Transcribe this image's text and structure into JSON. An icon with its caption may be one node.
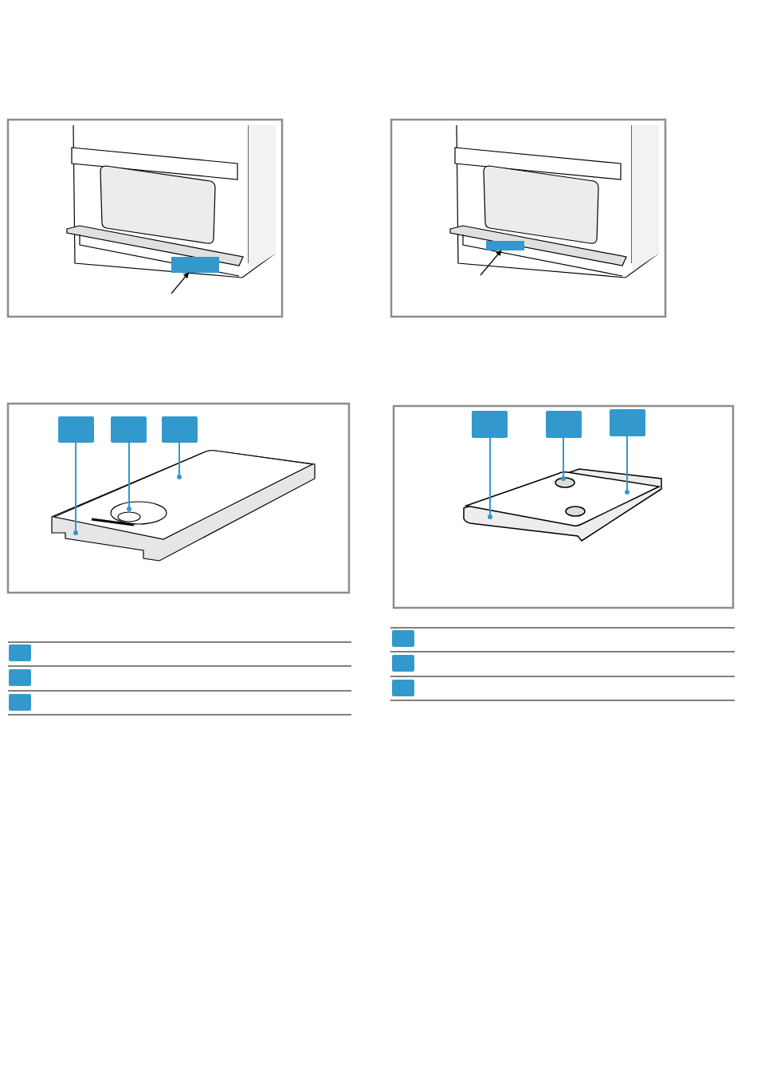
{
  "diagram": {
    "nodes": [
      {
        "text": [],
        "shape": "bar"
      },
      {
        "text": [],
        "shape": "bar"
      },
      {
        "text": [],
        "shape": "box"
      },
      {
        "text": [],
        "shape": "box"
      },
      {
        "text": [],
        "shape": "box"
      },
      {
        "text": [],
        "shape": "box"
      },
      {
        "text": [],
        "shape": "box"
      },
      {
        "text": [],
        "shape": "box"
      },
      {
        "text": [],
        "shape": "box"
      },
      {
        "text": [],
        "shape": "box"
      },
      {
        "text": [],
        "shape": "box"
      },
      {
        "text": [],
        "shape": "box"
      },
      {
        "text": [],
        "shape": "box"
      },
      {
        "text": [],
        "shape": "box"
      }
    ],
    "edges": [
      {
        "from": null,
        "to": 0,
        "arrow": "to",
        "color": "#000000"
      },
      {
        "from": null,
        "to": 1,
        "arrow": "to",
        "color": "#000000"
      },
      {
        "from": 2,
        "to": null,
        "arrow": "other"
      },
      {
        "from": 3,
        "to": null,
        "arrow": "other"
      },
      {
        "from": 4,
        "to": null,
        "arrow": "other"
      },
      {
        "from": 5,
        "to": null,
        "arrow": "other"
      },
      {
        "from": 6,
        "to": null,
        "arrow": "other"
      },
      {
        "from": 7,
        "to": null,
        "arrow": "other"
      }
    ]
  }
}
